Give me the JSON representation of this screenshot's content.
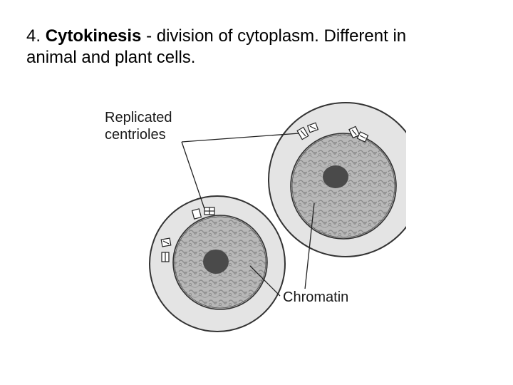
{
  "heading": {
    "number": "4.",
    "term": "Cytokinesis",
    "rest_line1": "- division of cytoplasm.  Different in",
    "rest_line2": "animal and plant cells."
  },
  "figure": {
    "labels": {
      "centrioles_line1": "Replicated",
      "centrioles_line2": "centrioles",
      "chromatin": "Chromatin"
    },
    "colors": {
      "background": "#d9d9d9",
      "cell_outer": "#e6e6e6",
      "nucleus_fill": "#bdbdbd",
      "nucleolus": "#4a4a4a",
      "outline": "#333333"
    }
  }
}
